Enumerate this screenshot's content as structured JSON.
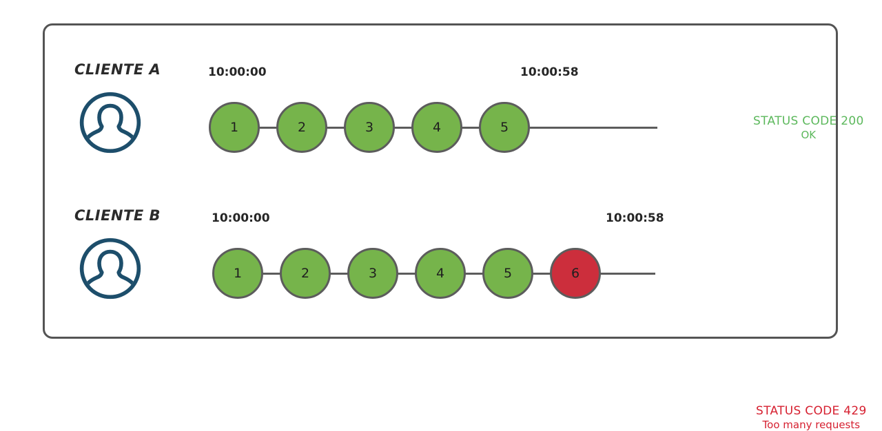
{
  "frame": {
    "border_color": "#545454"
  },
  "colors": {
    "node_ok": "#76b44b",
    "node_fail": "#cc2e3c",
    "node_stroke": "#5c5c5c",
    "avatar": "#1d4e6b",
    "status_ok": "#5cb85c",
    "status_error": "#d62030"
  },
  "rows": [
    {
      "id": "a",
      "client_label": "CLIENTE A",
      "avatar_icon": "user-avatar-icon",
      "timestamp_start": "10:00:00",
      "timestamp_end": "10:00:58",
      "nodes": [
        {
          "label": "1",
          "state": "ok"
        },
        {
          "label": "2",
          "state": "ok"
        },
        {
          "label": "3",
          "state": "ok"
        },
        {
          "label": "4",
          "state": "ok"
        },
        {
          "label": "5",
          "state": "ok"
        }
      ],
      "status": {
        "line1": "STATUS CODE 200",
        "line2": "OK",
        "color": "#5cb85c"
      }
    },
    {
      "id": "b",
      "client_label": "CLIENTE B",
      "avatar_icon": "user-avatar-icon",
      "timestamp_start": "10:00:00",
      "timestamp_end": "10:00:58",
      "nodes": [
        {
          "label": "1",
          "state": "ok"
        },
        {
          "label": "2",
          "state": "ok"
        },
        {
          "label": "3",
          "state": "ok"
        },
        {
          "label": "4",
          "state": "ok"
        },
        {
          "label": "5",
          "state": "ok"
        },
        {
          "label": "6",
          "state": "fail"
        }
      ],
      "status": {
        "line1": "STATUS CODE 429",
        "line2": "Too many requests",
        "color": "#d62030"
      }
    }
  ]
}
